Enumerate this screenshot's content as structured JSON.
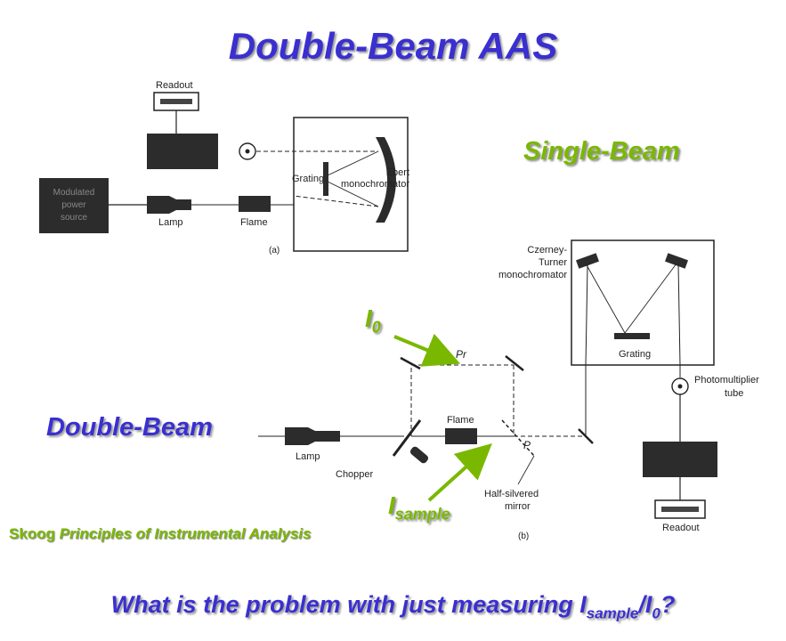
{
  "title": "Double-Beam AAS",
  "labels": {
    "single_beam": "Single-Beam",
    "double_beam": "Double-Beam",
    "i0_main": "I",
    "i0_sub": "0",
    "isample_main": "I",
    "isample_sub": "sample"
  },
  "citation": {
    "author": "Skoog ",
    "work": "Principles  of Instrumental Analysis"
  },
  "question": {
    "part1": "What is the problem with just measuring I",
    "sub1": "sample",
    "part2": "/I",
    "sub2": "0",
    "part3": "?"
  },
  "diagram_a": {
    "readout": "Readout",
    "grating": "Grating",
    "mono_line1": "Ebert",
    "mono_line2": "monochromator",
    "power_line1": "Modulated",
    "power_line2": "power",
    "power_line3": "source",
    "lamp": "Lamp",
    "flame": "Flame",
    "caption": "(a)"
  },
  "diagram_b": {
    "mono_line1": "Czerney-",
    "mono_line2": "Turner",
    "mono_line3": "monochromator",
    "grating": "Grating",
    "pmt_line1": "Photomultiplier",
    "pmt_line2": "tube",
    "pr": "Pr",
    "p": "P",
    "flame": "Flame",
    "lamp": "Lamp",
    "chopper": "Chopper",
    "mirror_line1": "Half-silvered",
    "mirror_line2": "mirror",
    "readout": "Readout",
    "caption": "(b)"
  }
}
